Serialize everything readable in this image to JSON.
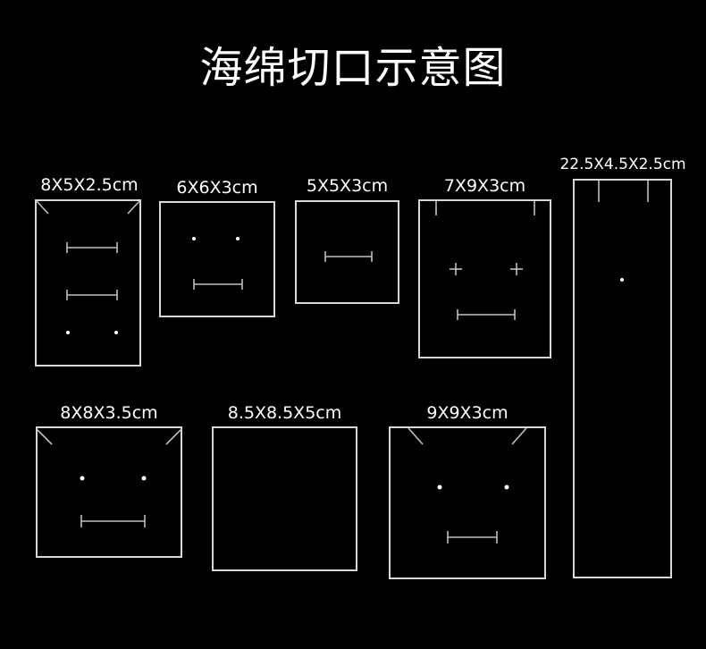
{
  "title": "海绵切口示意图",
  "sizes": {
    "s1": "8X5X2.5cm",
    "s2": "6X6X3cm",
    "s3": "5X5X3cm",
    "s4": "7X9X3cm",
    "s5": "22.5X4.5X2.5cm",
    "s6": "8X8X3.5cm",
    "s7": "8.5X8.5X5cm",
    "s8": "9X9X3cm"
  }
}
